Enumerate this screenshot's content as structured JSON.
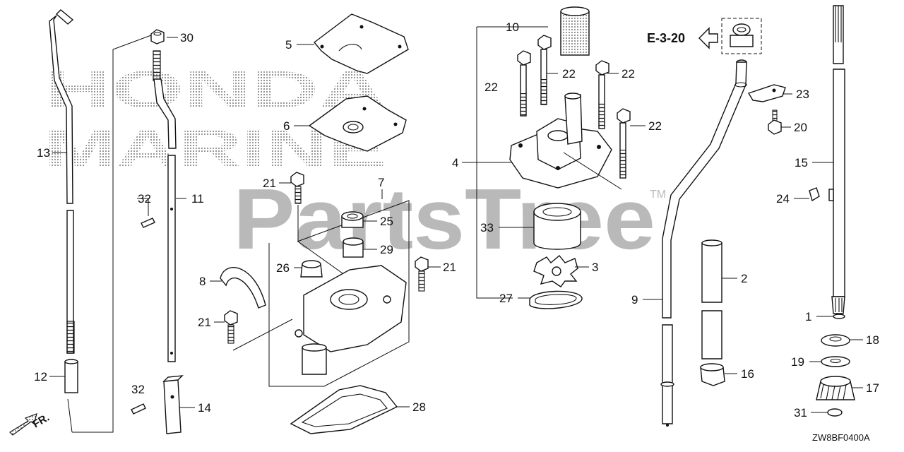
{
  "watermark": {
    "brand_top": "HONDA",
    "brand_bottom": "MARINE",
    "site": "PartsTree",
    "tm": "TM"
  },
  "reference": {
    "text": "E-3-20"
  },
  "direction": {
    "text": "FR."
  },
  "diagram_code": "ZW8BF0400A",
  "callouts": {
    "c1": "1",
    "c2": "2",
    "c3": "3",
    "c4": "4",
    "c5": "5",
    "c6": "6",
    "c7": "7",
    "c8": "8",
    "c9": "9",
    "c10": "10",
    "c11": "11",
    "c12": "12",
    "c13": "13",
    "c14": "14",
    "c15": "15",
    "c16": "16",
    "c17": "17",
    "c18": "18",
    "c19": "19",
    "c20": "20",
    "c21a": "21",
    "c21b": "21",
    "c21c": "21",
    "c22a": "22",
    "c22b": "22",
    "c22c": "22",
    "c22d": "22",
    "c23": "23",
    "c24": "24",
    "c25": "25",
    "c26": "26",
    "c27": "27",
    "c28": "28",
    "c29": "29",
    "c30": "30",
    "c31": "31",
    "c32a": "32",
    "c32b": "32",
    "c33": "33"
  }
}
